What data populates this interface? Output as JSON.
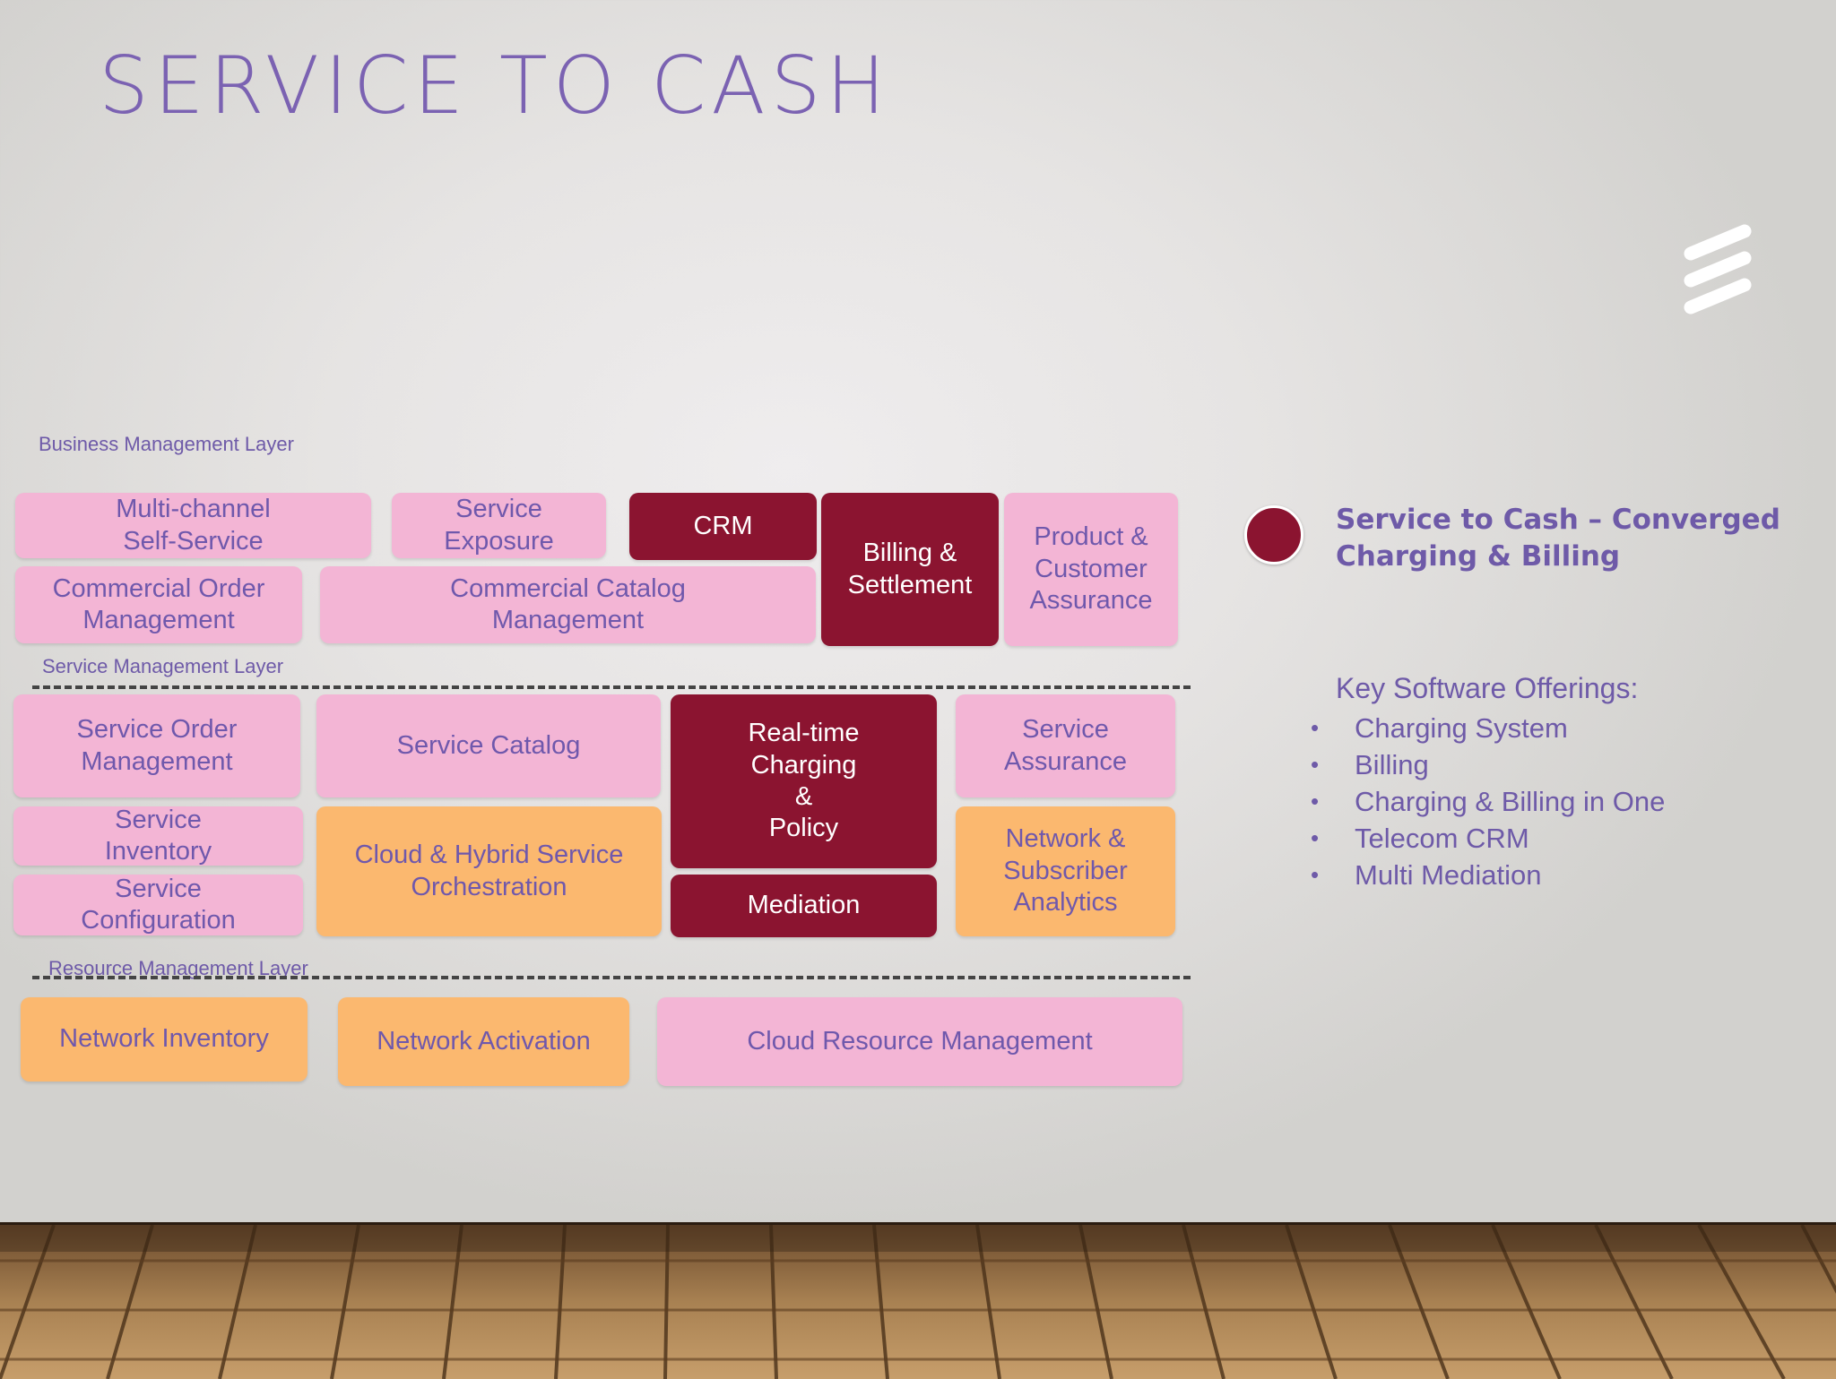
{
  "title": "SERVICE TO CASH",
  "layers": {
    "business": "Business Management Layer",
    "service": "Service Management Layer",
    "resource": "Resource Management Layer"
  },
  "boxes": {
    "multichannel": "Multi-channel\nSelf-Service",
    "service_exposure": "Service\nExposure",
    "crm": "CRM",
    "billing": "Billing &\nSettlement",
    "product_assurance": "Product &\nCustomer\nAssurance",
    "commercial_order": "Commercial Order\nManagement",
    "commercial_catalog": "Commercial Catalog\nManagement",
    "service_order": "Service Order\nManagement",
    "service_catalog": "Service Catalog",
    "realtime_charging": "Real-time\nCharging\n&\nPolicy",
    "service_assurance": "Service\nAssurance",
    "service_inventory": "Service\nInventory",
    "service_configuration": "Service\nConfiguration",
    "cloud_hybrid": "Cloud & Hybrid Service\nOrchestration",
    "mediation": "Mediation",
    "network_analytics": "Network &\nSubscriber\nAnalytics",
    "network_inventory": "Network Inventory",
    "network_activation": "Network Activation",
    "cloud_resource": "Cloud Resource Management"
  },
  "legend": {
    "heading": "Service to Cash – Converged Charging & Billing"
  },
  "offerings": {
    "title": "Key Software Offerings:",
    "items": [
      "Charging System",
      "Billing",
      "Charging & Billing in One",
      "Telecom CRM",
      "Multi Mediation"
    ]
  },
  "colors": {
    "title": "#7b62b2",
    "pink": "#f3b5d5",
    "orange": "#fbb86f",
    "maroon": "#8b1430",
    "text": "#6e5aa8"
  }
}
